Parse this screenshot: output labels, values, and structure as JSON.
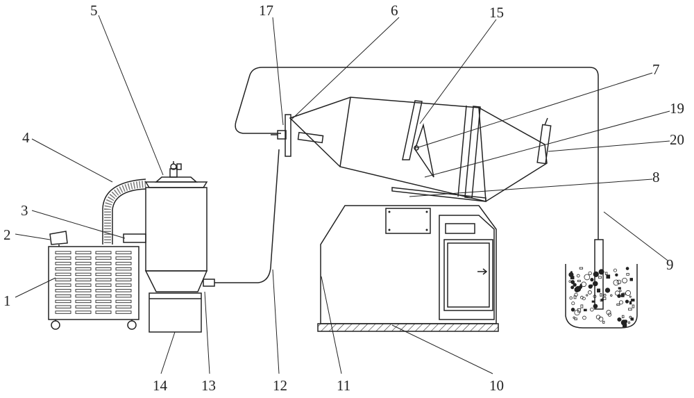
{
  "title": "Patent schematic drawing of equipment with numbered reference parts",
  "labels": {
    "l1": "1",
    "l2": "2",
    "l3": "3",
    "l4": "4",
    "l5": "5",
    "l6": "6",
    "l7": "7",
    "l8": "8",
    "l9": "9",
    "l10": "10",
    "l11": "11",
    "l12": "12",
    "l13": "13",
    "l14": "14",
    "l15": "15",
    "l17": "17",
    "l19": "19",
    "l20": "20"
  }
}
